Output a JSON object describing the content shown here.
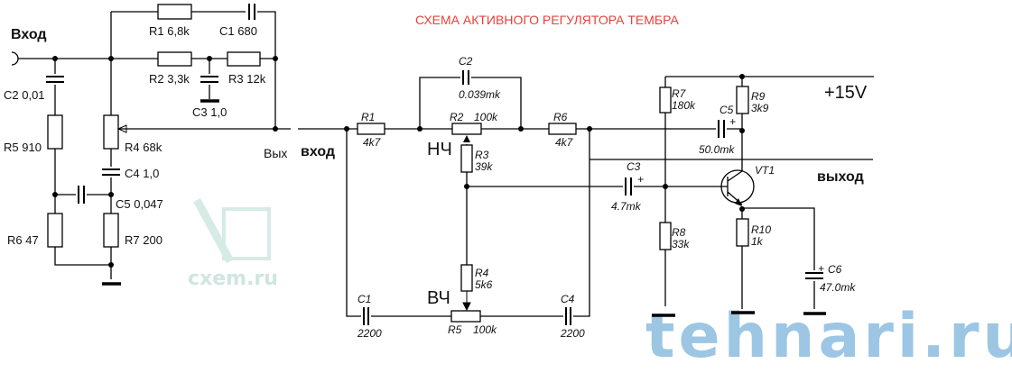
{
  "title": "СХЕМА АКТИВНОГО РЕГУЛЯТОРА ТЕМБРА",
  "left_circuit": {
    "input_label": "Вход",
    "output_label": "Вых",
    "labels": {
      "r1": "R1 6,8k",
      "c1": "C1 680",
      "r2": "R2 3,3k",
      "r3": "R3 12k",
      "c3": "C3 1,0",
      "c2": "C2 0,01",
      "r5": "R5 910",
      "r4": "R4 68k",
      "c4": "C4 1,0",
      "c5": "C5 0,047",
      "r6": "R6 47",
      "r7": "R7 200"
    }
  },
  "right_circuit": {
    "input_label": "вход",
    "output_label": "выход",
    "supply_label": "+15V",
    "bass_label": "НЧ",
    "treble_label": "ВЧ",
    "plus": "+",
    "components": {
      "r1": {
        "name": "R1",
        "value": "4k7"
      },
      "c2": {
        "name": "C2",
        "value": "0.039mk"
      },
      "r2": {
        "name": "R2",
        "value": "100k"
      },
      "r6": {
        "name": "R6",
        "value": "4k7"
      },
      "r3": {
        "name": "R3",
        "value": "39k"
      },
      "r4": {
        "name": "R4",
        "value": "5k6"
      },
      "c1": {
        "name": "C1",
        "value": "2200"
      },
      "r5": {
        "name": "R5",
        "value": "100k"
      },
      "c4": {
        "name": "C4",
        "value": "2200"
      },
      "r7": {
        "name": "R7",
        "value": "180k"
      },
      "r9": {
        "name": "R9",
        "value": "3k9"
      },
      "c5": {
        "name": "C5",
        "value": "50.0mk"
      },
      "c3": {
        "name": "C3",
        "value": "4.7mk"
      },
      "vt1": {
        "name": "VT1"
      },
      "r8": {
        "name": "R8",
        "value": "33k"
      },
      "r10": {
        "name": "R10",
        "value": "1k"
      },
      "c6": {
        "name": "C6",
        "value": "47.0mk"
      }
    }
  },
  "watermarks": {
    "cxem": "cxem.ru",
    "tehnari": "tehnari.ru"
  }
}
